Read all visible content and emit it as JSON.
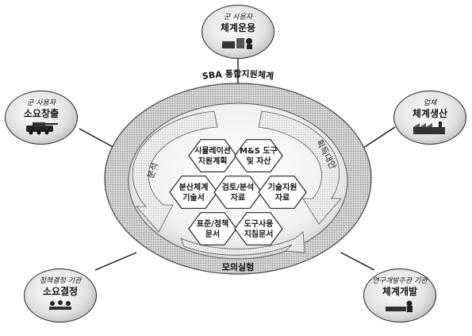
{
  "center": {
    "ring_title": "SBA 통합지원체계",
    "bottom_label": "모의실험",
    "arc_right_label": "획득대안",
    "arc_left_label": "분석"
  },
  "hexagons": [
    {
      "line1": "시뮬레이션",
      "line2": "지원계획"
    },
    {
      "line1": "M&S 도구",
      "line2": "및 자산"
    },
    {
      "line1": "분산체계",
      "line2": "기술서"
    },
    {
      "line1": "검토/분석",
      "line2": "자료"
    },
    {
      "line1": "기술지원",
      "line2": "자료"
    },
    {
      "line1": "표준/정책",
      "line2": "문서"
    },
    {
      "line1": "도구사용",
      "line2": "지침문서"
    }
  ],
  "nodes": {
    "top": {
      "line1": "군 사용자",
      "line2": "체계운용",
      "icon": "radar-operator-icon"
    },
    "left": {
      "line1": "군 사용자",
      "line2": "소요창출",
      "icon": "tank-icon"
    },
    "right": {
      "line1": "업체",
      "line2": "체계생산",
      "icon": "factory-icon"
    },
    "bottom_left": {
      "line1": "정책결정 기관",
      "line2": "소요결정",
      "icon": "meeting-icon"
    },
    "bottom_right": {
      "line1": "연구개발주관 기관",
      "line2": "체계개발",
      "icon": "engineer-icon"
    }
  }
}
